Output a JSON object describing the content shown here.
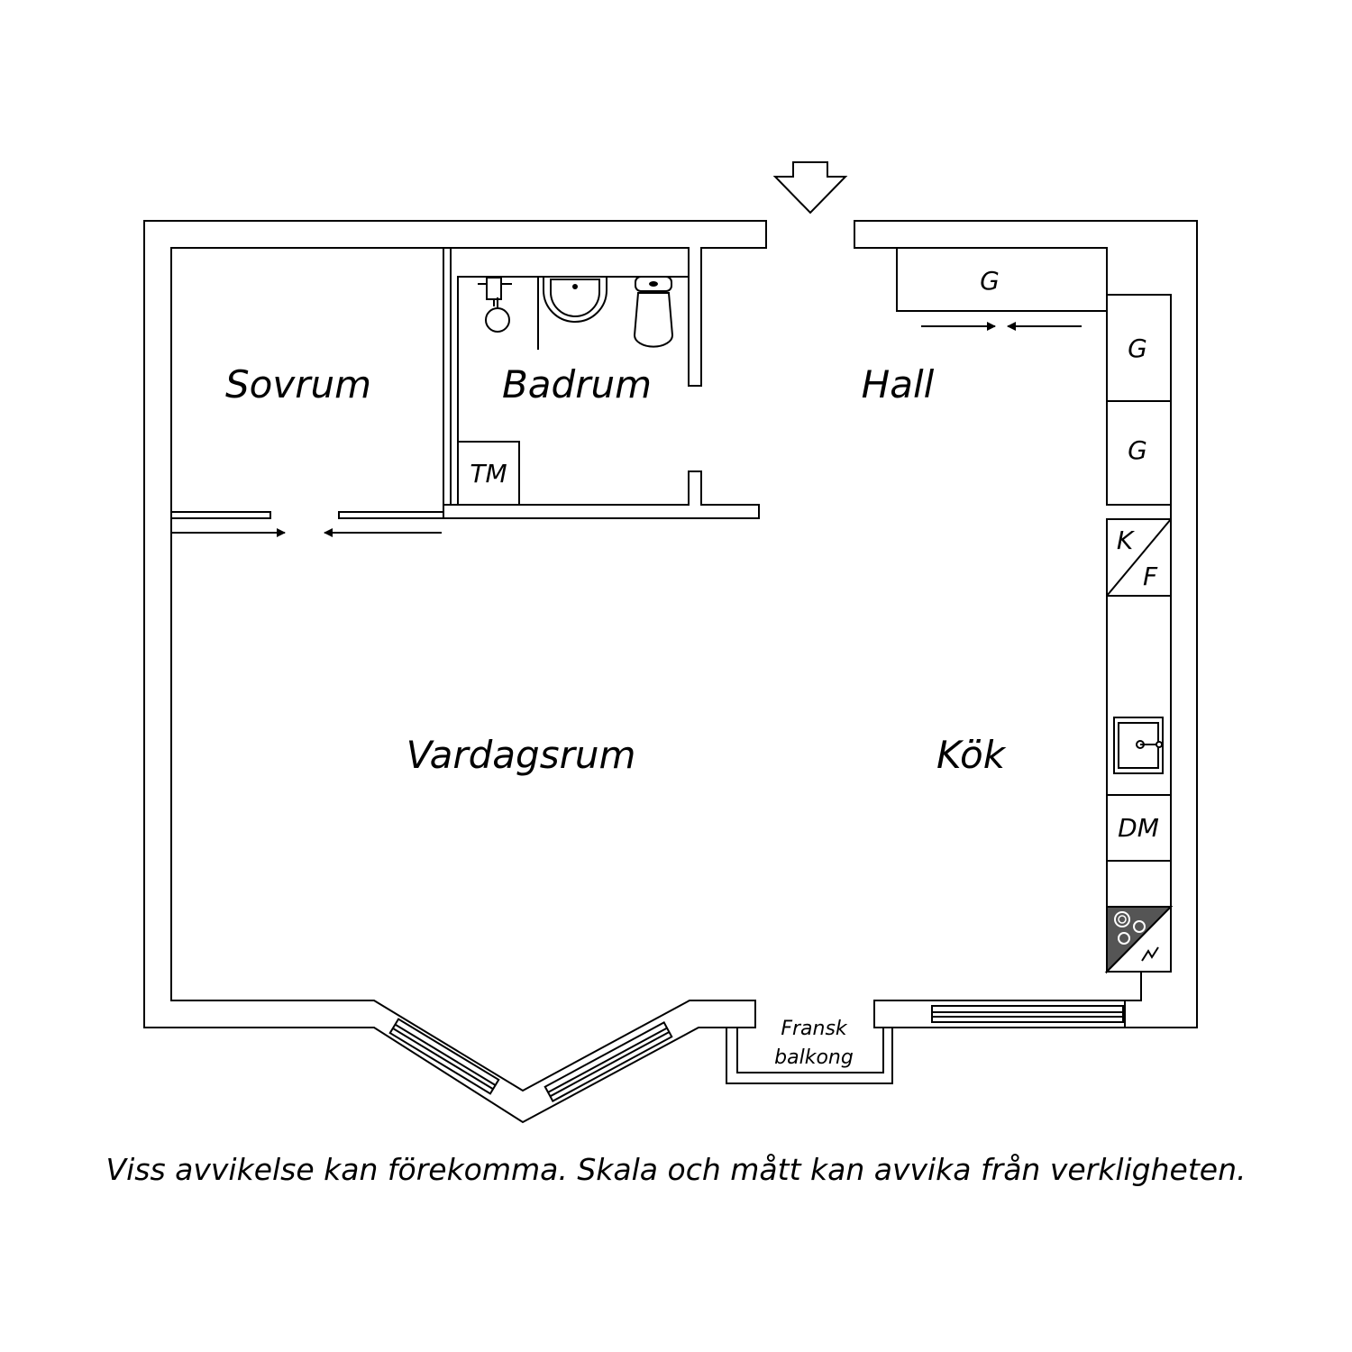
{
  "rooms": {
    "sovrum": "Sovrum",
    "badrum": "Badrum",
    "hall": "Hall",
    "vardagsrum": "Vardagsrum",
    "kok": "Kök"
  },
  "fixtures": {
    "wardrobe": "G",
    "washing_machine": "TM",
    "fridge_freezer_k": "K",
    "fridge_freezer_f": "F",
    "dishwasher": "DM"
  },
  "balcony": {
    "line1": "Fransk",
    "line2": "balkong"
  },
  "disclaimer": "Viss avvikelse kan förekomma. Skala och mått kan avvika från verkligheten.",
  "colors": {
    "line": "#000000",
    "background": "#ffffff",
    "stove": "#555555"
  },
  "icons": [
    "entrance-arrow-icon",
    "sliding-door-arrow-icon",
    "shower-icon",
    "sink-icon",
    "toilet-icon",
    "kitchen-sink-icon",
    "stove-icon"
  ]
}
